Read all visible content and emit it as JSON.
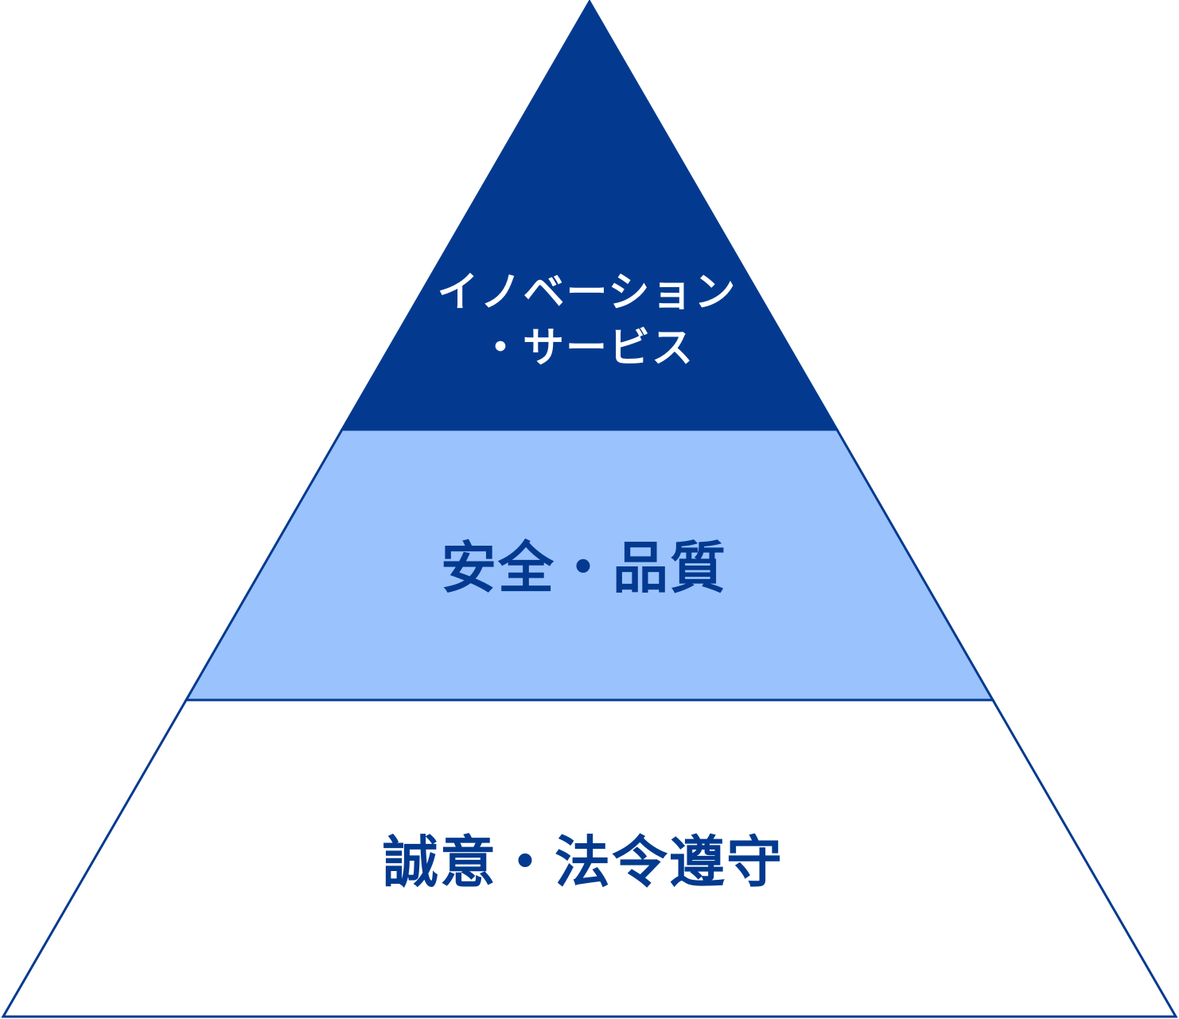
{
  "diagram": {
    "tiers": [
      {
        "id": "top",
        "lines": [
          "イノベーション",
          "・サービス"
        ],
        "fill": "#033A8F",
        "text_color": "#FFFFFF"
      },
      {
        "id": "middle",
        "lines": [
          "安全・品質"
        ],
        "fill": "#9AC2FD",
        "text_color": "#033A8F"
      },
      {
        "id": "bottom",
        "lines": [
          "誠意・法令遵守"
        ],
        "fill": "#FFFFFF",
        "text_color": "#033A8F"
      }
    ],
    "outline_color": "#033A8F"
  }
}
